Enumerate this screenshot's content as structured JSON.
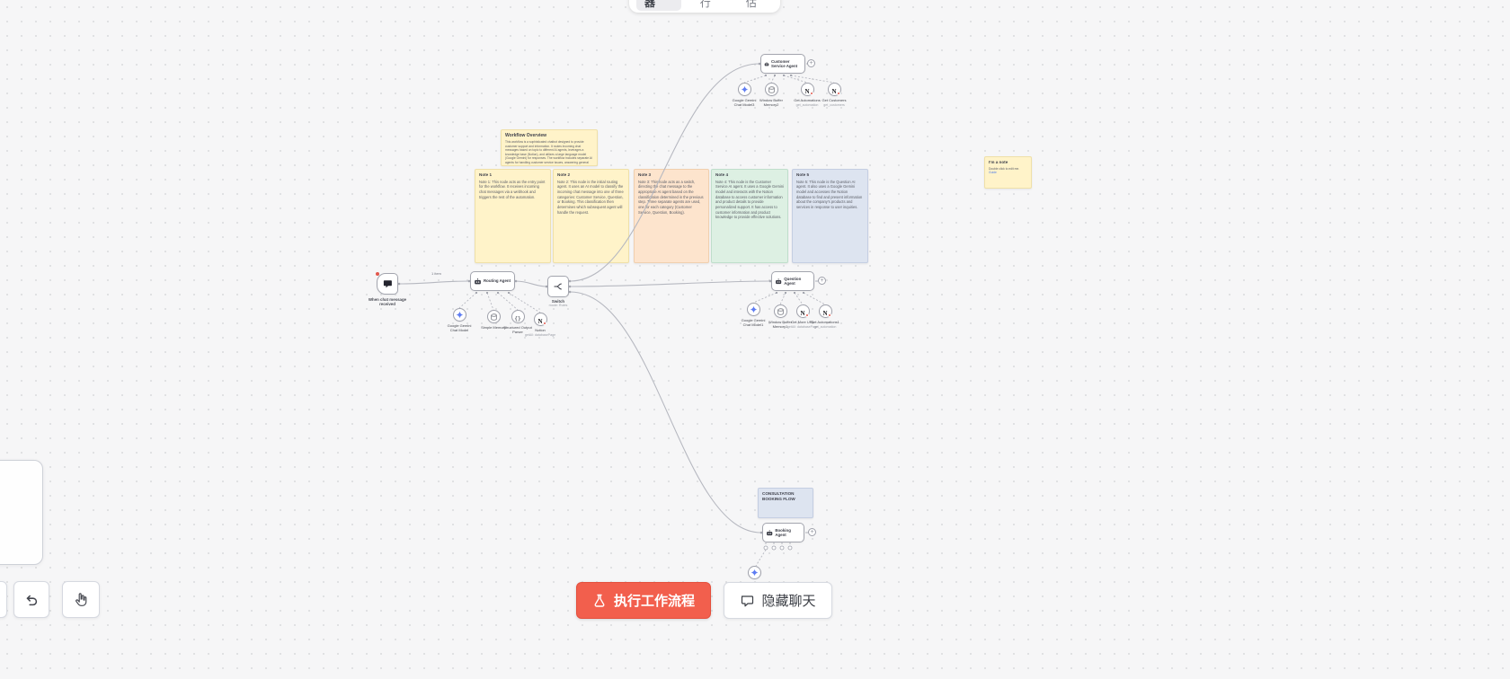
{
  "topbar": {
    "tabs": [
      {
        "label": "编辑器",
        "active": true
      },
      {
        "label": "执行",
        "active": false
      },
      {
        "label": "评估",
        "active": false
      }
    ]
  },
  "footer": {
    "execute_button": "执行工作流程",
    "hide_chat_button": "隐藏聊天"
  },
  "canvas": {
    "connection_label_chat_to_routing": "1 item",
    "nodes": {
      "chat_trigger": {
        "label": "When chat message received"
      },
      "routing_agent": {
        "label": "Routing Agent"
      },
      "switch": {
        "label": "Switch",
        "subtitle": "mode: Rules"
      },
      "customer_service_agent": {
        "label": "Customer Service Agent"
      },
      "question_agent": {
        "label": "Question Agent"
      },
      "booking_agent": {
        "label": "Booking Agent"
      }
    },
    "subnodes": {
      "customer_service": [
        {
          "label": "Google Gemini Chat Model3",
          "subtitle": ""
        },
        {
          "label": "Window Buffer Memory2",
          "subtitle": ""
        },
        {
          "label": "Get Automations",
          "subtitle": "get_automation"
        },
        {
          "label": "Get Customers",
          "subtitle": "get_customers"
        }
      ],
      "routing": [
        {
          "label": "Google Gemini Chat Model",
          "subtitle": ""
        },
        {
          "label": "Simple Memory",
          "subtitle": ""
        },
        {
          "label": "Structured Output Parser",
          "subtitle": ""
        },
        {
          "label": "Notion",
          "subtitle": "getAll: databasePage"
        }
      ],
      "question": [
        {
          "label": "Google Gemini Chat Model1",
          "subtitle": ""
        },
        {
          "label": "Window Buffer Memory1",
          "subtitle": ""
        },
        {
          "label": "Get More URL",
          "subtitle": "getAll: databasePage"
        },
        {
          "label": "Get Automations1",
          "subtitle": "get_automation"
        }
      ]
    },
    "stickies": {
      "overview": {
        "title": "Workflow Overview",
        "body": "This workflow is a sophisticated chatbot designed to provide customer support and information. It routes incoming chat messages based on topic to different AI agents, leverages a knowledge base (Notion), and utilizes a large language model (Google Gemini) for responses. The workflow includes separate AI agents for handling customer service issues, answering general questions about services, and processing consultation bookings."
      },
      "notes": [
        {
          "title": "Note 1",
          "body": "Note 1: This node acts as the entry point for the workflow. It receives incoming chat messages via a webhook and triggers the rest of the automation."
        },
        {
          "title": "Note 2",
          "body": "Note 2: This node is the initial routing agent. It uses an AI model to classify the incoming chat message into one of three categories: Customer Service, Question, or Booking. This classification then determines which subsequent agent will handle the request."
        },
        {
          "title": "Note 3",
          "body": "Note 3: This node acts as a switch, directing the chat message to the appropriate AI agent based on the classification determined in the previous step. Three separate agents are used, one for each category (Customer Service, Question, Booking)."
        },
        {
          "title": "Note 4",
          "body": "Note 4: This node is the Customer Service AI agent. It uses a Google Gemini model and interacts with the Notion database to access customer information and product details to provide personalized support. It has access to customer information and product knowledge to provide effective solutions."
        },
        {
          "title": "Note 5",
          "body": "Note 5: This node is the Question AI agent. It also uses a Google Gemini model and accesses the Notion database to find and present information about the company's products and services in response to user inquiries."
        }
      ],
      "booking_flow": {
        "title": "CONSULTATION BOOKING FLOW"
      },
      "right_note": {
        "title": "I'm a note",
        "body": "Double click to edit me.",
        "link": "Guide"
      }
    }
  },
  "icons": {
    "execute": "flask",
    "hide_chat": "chat-bubble",
    "undo": "undo-arrow",
    "hand_tool": "hand-pointer",
    "agent": "robot",
    "chat_trigger": "chat-bubble",
    "switch": "branch-arrows",
    "gemini": "four-point-star",
    "memory": "database-cylinder",
    "notion": "letter-n",
    "output_parser": "braces"
  },
  "colors": {
    "execute_button": "#f25f4d",
    "canvas_bg": "#f6f6f7",
    "sticky_yellow": "#fff3c9",
    "sticky_orange": "#fde4cd",
    "sticky_green": "#ddf0e3",
    "sticky_blue": "#dde4f0",
    "tool_badge": "#e2574c"
  }
}
